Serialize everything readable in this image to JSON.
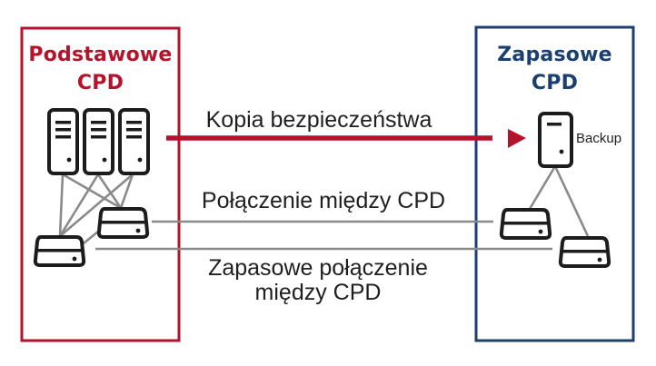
{
  "colors": {
    "primary_red": "#b5122b",
    "backup_blue": "#1b3f6e",
    "line_grey": "#8a8a8a",
    "icon_black": "#1c1c1c",
    "text_dark": "#1f1f1f"
  },
  "primary_dc": {
    "title_line1": "Podstawowe",
    "title_line2": "CPD",
    "servers": [
      {
        "icon": "server-tower-icon"
      },
      {
        "icon": "server-tower-icon"
      },
      {
        "icon": "server-tower-icon"
      }
    ],
    "switches": [
      {
        "icon": "network-switch-icon"
      },
      {
        "icon": "network-switch-icon"
      }
    ]
  },
  "backup_dc": {
    "title_line1": "Zapasowe",
    "title_line2": "CPD",
    "server": {
      "icon": "server-tower-icon",
      "label": "Backup"
    },
    "switches": [
      {
        "icon": "network-switch-icon"
      },
      {
        "icon": "network-switch-icon"
      }
    ]
  },
  "connections": {
    "backup_copy": {
      "label": "Kopia bezpieczeństwa",
      "arrow_icon": "triangle-arrow-right-icon"
    },
    "inter_dc": {
      "label": "Połączenie między CPD"
    },
    "inter_dc_backup": {
      "label_line1": "Zapasowe połączenie",
      "label_line2": "między CPD"
    }
  }
}
